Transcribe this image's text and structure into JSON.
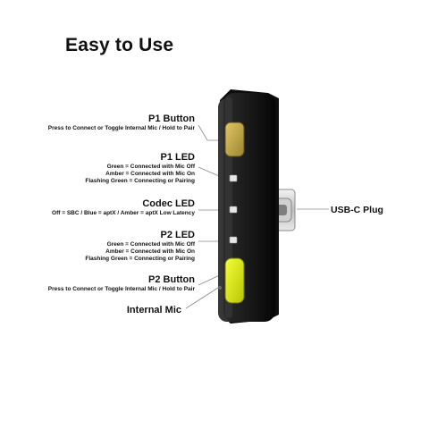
{
  "title": "Easy to Use",
  "labels": {
    "p1_button": {
      "heading": "P1 Button",
      "desc": "Press to Connect or Toggle Internal Mic / Hold to Pair"
    },
    "p1_led": {
      "heading": "P1 LED",
      "lines": [
        "Green = Connected with Mic Off",
        "Amber = Connected with Mic On",
        "Flashing Green = Connecting or Pairing"
      ]
    },
    "codec_led": {
      "heading": "Codec LED",
      "desc": "Off = SBC / Blue = aptX / Amber = aptX Low Latency"
    },
    "p2_led": {
      "heading": "P2 LED",
      "lines": [
        "Green = Connected with Mic Off",
        "Amber = Connected with Mic On",
        "Flashing Green = Connecting or Pairing"
      ]
    },
    "p2_button": {
      "heading": "P2 Button",
      "desc": "Press to Connect or Toggle Internal Mic / Hold to Pair"
    },
    "internal_mic": {
      "heading": "Internal Mic"
    },
    "usbc_plug": {
      "heading": "USB-C Plug"
    }
  },
  "colors": {
    "p1_button": "#c8ac4a",
    "p2_button": "#e3f000",
    "body": "#1a1a1a",
    "leader": "#8a8a8a"
  }
}
